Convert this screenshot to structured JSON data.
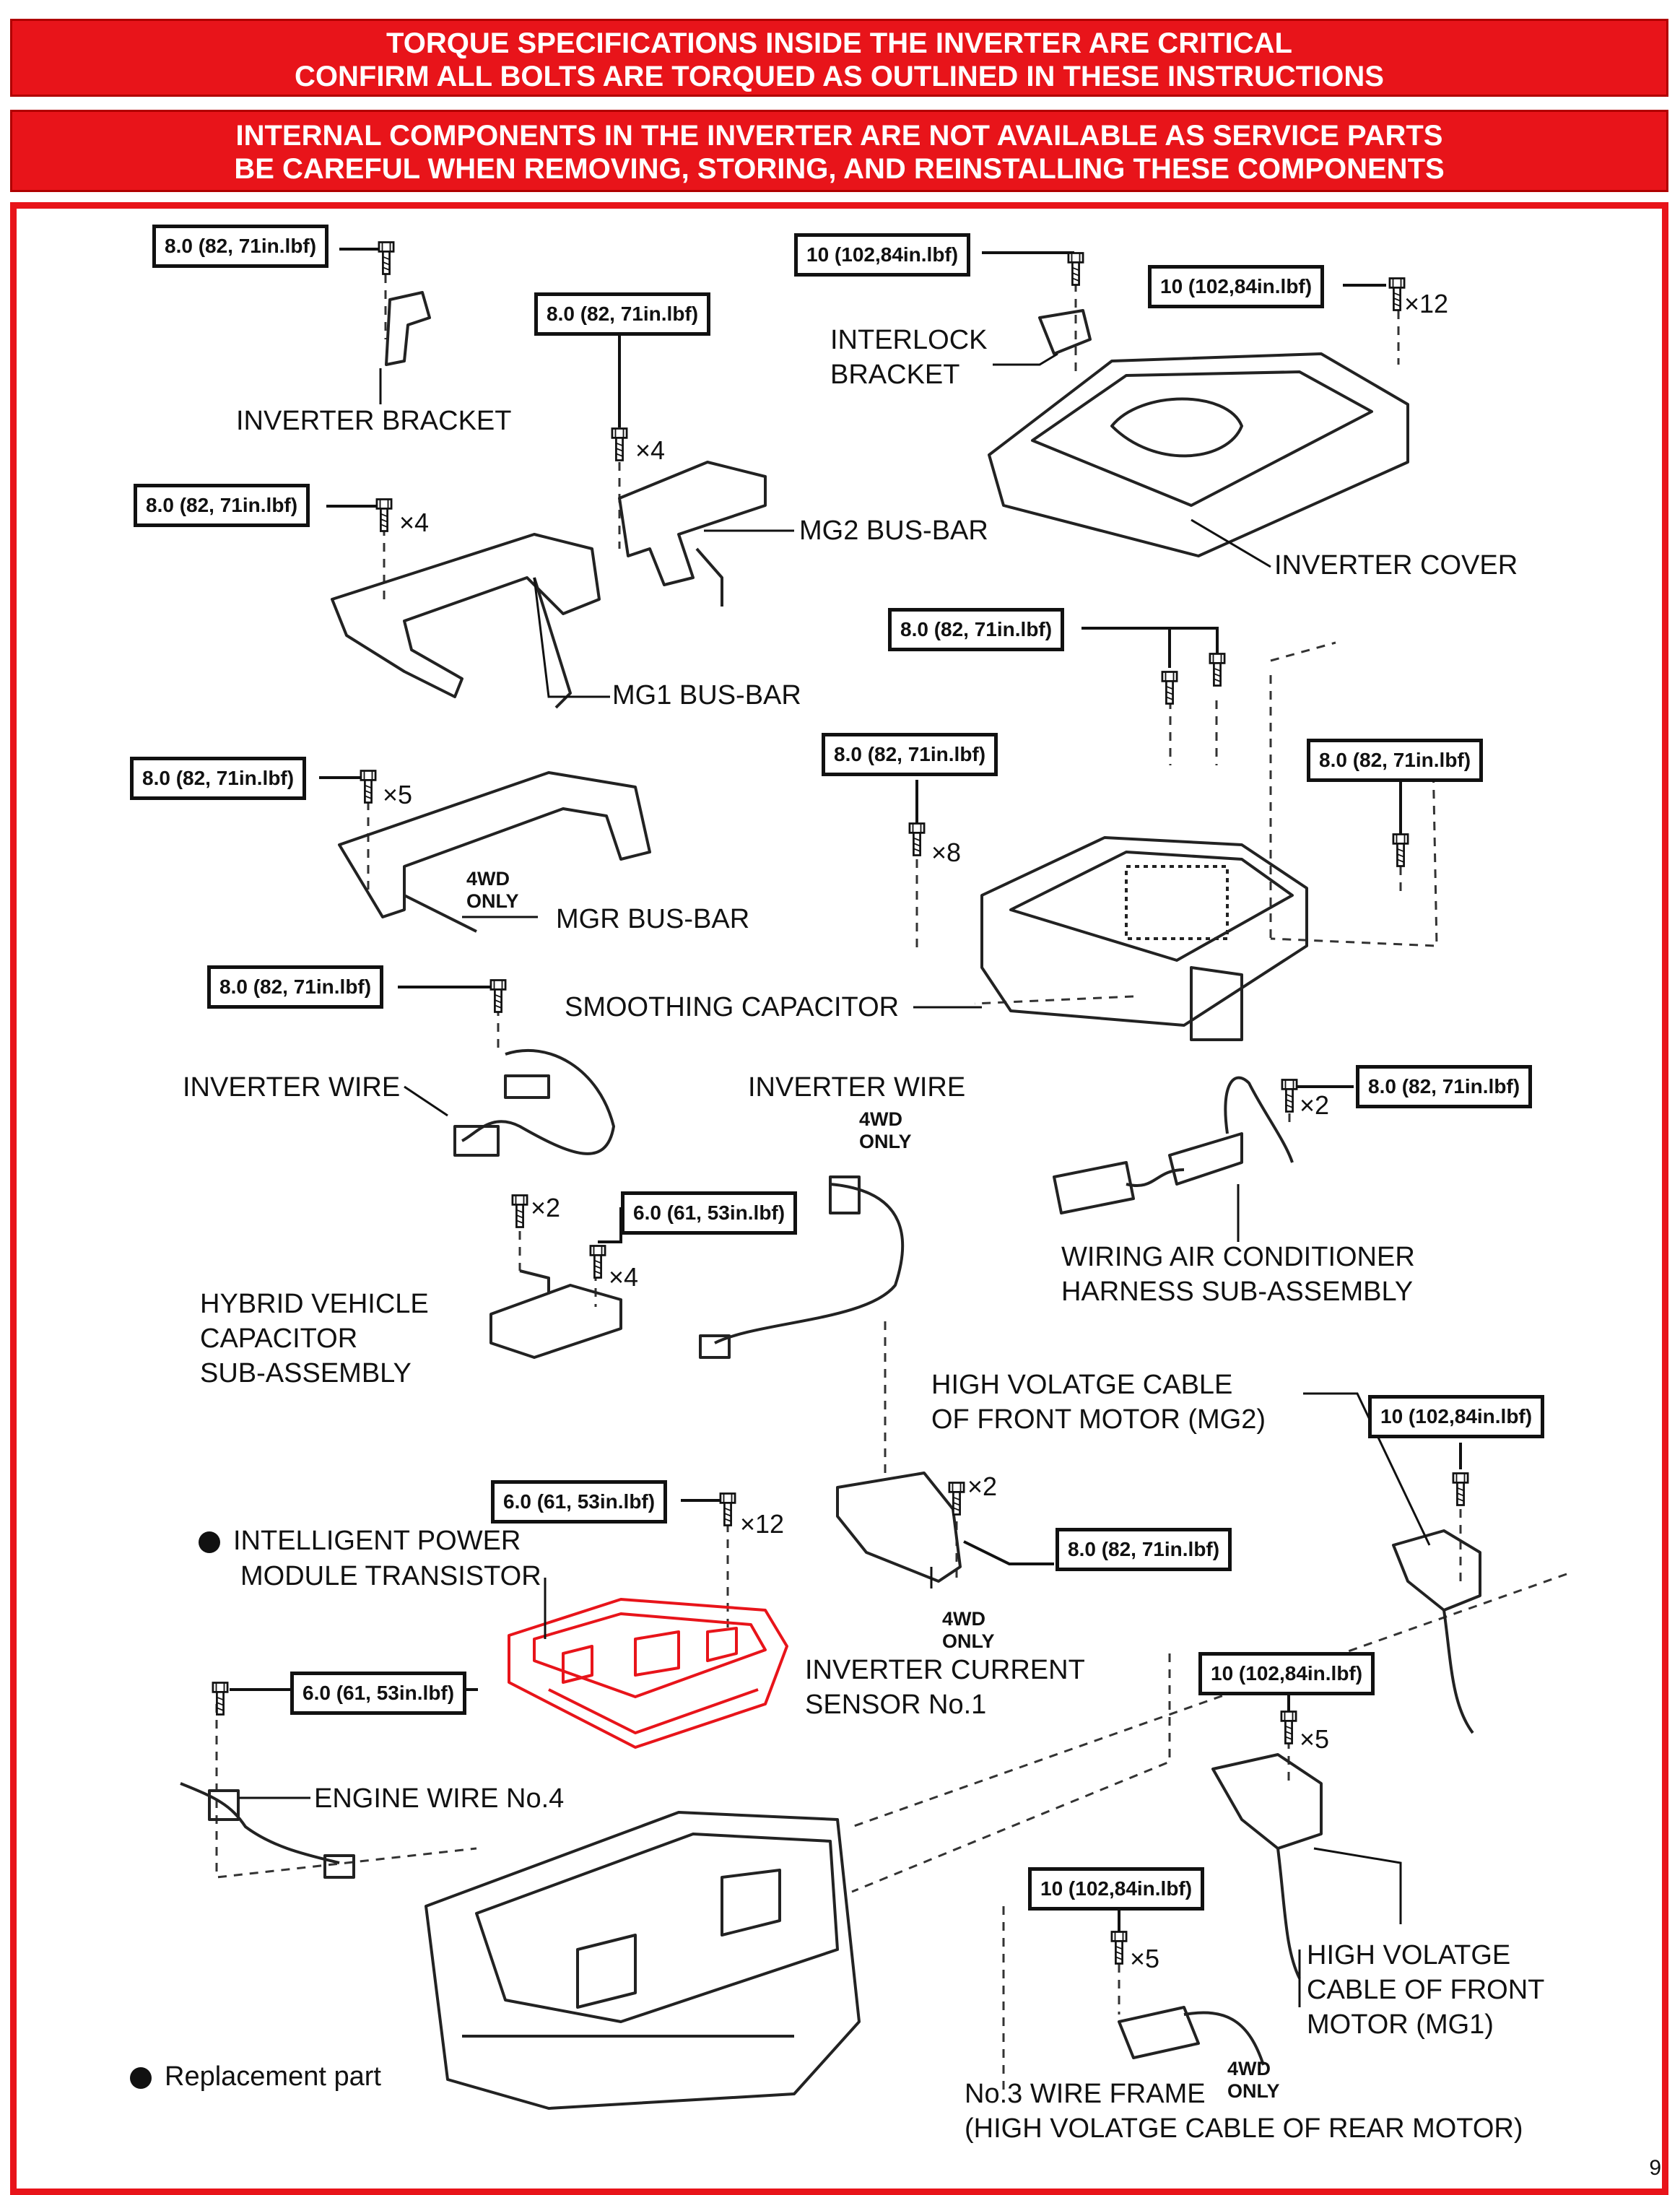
{
  "banners": {
    "top": {
      "line1": "TORQUE SPECIFICATIONS INSIDE THE INVERTER ARE CRITICAL",
      "line2": "CONFIRM ALL BOLTS ARE TORQUED AS OUTLINED IN THESE INSTRUCTIONS"
    },
    "second": {
      "line1": "INTERNAL COMPONENTS IN THE INVERTER ARE NOT AVAILABLE AS SERVICE PARTS",
      "line2": "BE CAREFUL WHEN REMOVING, STORING, AND REINSTALLING THESE COMPONENTS"
    }
  },
  "torque": {
    "t80": "8.0 (82, 71in.lbf)",
    "t60": "6.0 (61, 53in.lbf)",
    "t10": "10 (102,84in.lbf)"
  },
  "labels": {
    "inverter_bracket": "INVERTER BRACKET",
    "interlock_bracket_1": "INTERLOCK",
    "interlock_bracket_2": "BRACKET",
    "mg2_bus_bar": "MG2 BUS-BAR",
    "inverter_cover": "INVERTER COVER",
    "mg1_bus_bar": "MG1 BUS-BAR",
    "mgr_bus_bar": "MGR BUS-BAR",
    "smoothing_capacitor": "SMOOTHING CAPACITOR",
    "inverter_wire_left": "INVERTER WIRE",
    "inverter_wire_center": "INVERTER WIRE",
    "wiring_ac_1": "WIRING AIR CONDITIONER",
    "wiring_ac_2": "HARNESS SUB-ASSEMBLY",
    "hv_capacitor_1": "HYBRID VEHICLE",
    "hv_capacitor_2": "CAPACITOR",
    "hv_capacitor_3": "SUB-ASSEMBLY",
    "hv_cable_mg2_1": "HIGH VOLATGE CABLE",
    "hv_cable_mg2_2": "OF FRONT MOTOR (MG2)",
    "ipm_1": "INTELLIGENT POWER",
    "ipm_2": "MODULE TRANSISTOR",
    "current_sensor_1": "INVERTER CURRENT",
    "current_sensor_2": "SENSOR No.1",
    "engine_wire": "ENGINE WIRE No.4",
    "hv_cable_mg1_1": "HIGH VOLATGE",
    "hv_cable_mg1_2": "CABLE OF FRONT",
    "hv_cable_mg1_3": "MOTOR (MG1)",
    "wire_frame_1": "No.3 WIRE FRAME",
    "wire_frame_2": "(HIGH VOLATGE CABLE OF REAR MOTOR)"
  },
  "multipliers": {
    "x2": "×2",
    "x4": "×4",
    "x5": "×5",
    "x8": "×8",
    "x12": "×12"
  },
  "wd": {
    "l1": "4WD",
    "l2": "ONLY"
  },
  "legend": {
    "replacement": "Replacement part"
  },
  "page_number": "9",
  "colors": {
    "banner": "#e8141a",
    "highlight": "#e8141a",
    "ink": "#111111"
  }
}
